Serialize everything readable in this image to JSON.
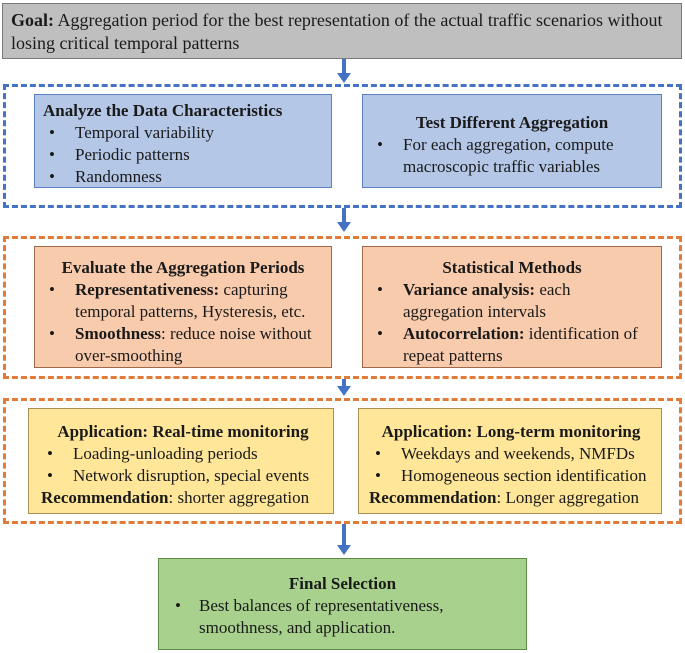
{
  "goal": {
    "label": "Goal:",
    "text": "Aggregation period for the best representation of the actual traffic scenarios without losing critical temporal patterns"
  },
  "bullet_glyph": "•",
  "analyze": {
    "title": "Analyze the Data Characteristics",
    "items": [
      "Temporal variability",
      "Periodic patterns",
      "Randomness"
    ]
  },
  "test": {
    "title": "Test Different Aggregation",
    "items": [
      "For each aggregation, compute macroscopic traffic variables"
    ]
  },
  "evaluate": {
    "title": "Evaluate the Aggregation Periods",
    "items": [
      {
        "bold": "Representativeness:",
        "text": " capturing temporal patterns, Hysteresis, etc."
      },
      {
        "bold": "Smoothness",
        "text": ": reduce noise without over-smoothing"
      }
    ]
  },
  "statistical": {
    "title": "Statistical Methods",
    "items": [
      {
        "bold": "Variance analysis:",
        "text": " each aggregation intervals"
      },
      {
        "bold": "Autocorrelation:",
        "text": " identification of repeat patterns"
      }
    ]
  },
  "realtime": {
    "title": "Application: Real-time monitoring",
    "items": [
      "Loading-unloading periods",
      "Network disruption, special events"
    ],
    "rec_label": "Recommendation",
    "rec_text": ": shorter aggregation"
  },
  "longterm": {
    "title": "Application: Long-term monitoring",
    "items": [
      "Weekdays and weekends, NMFDs",
      "Homogeneous section identification"
    ],
    "rec_label": "Recommendation",
    "rec_text": ": Longer aggregation"
  },
  "final": {
    "title": "Final Selection",
    "items": [
      "Best balances of representativeness, smoothness, and application."
    ]
  },
  "colors": {
    "goal": "#bfbfbf",
    "blue_box": "#b4c7e7",
    "orange_box": "#f8cbad",
    "yellow_box": "#ffe699",
    "green_box": "#a9d18e",
    "blue_dash": "#4472c4",
    "orange_dash": "#e07b39",
    "arrow": "#4472c4"
  }
}
